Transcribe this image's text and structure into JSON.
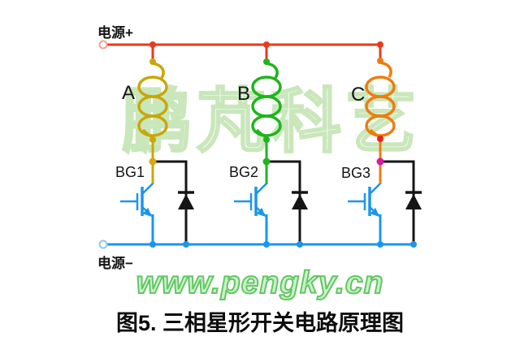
{
  "labels": {
    "power_plus": "电源+",
    "power_minus": "电源−",
    "phase_a": "A",
    "phase_b": "B",
    "phase_c": "C",
    "bg1": "BG1",
    "bg2": "BG2",
    "bg3": "BG3"
  },
  "watermark": {
    "brand": "鹏芃科艺",
    "url": "www.pengky.cn"
  },
  "caption": "图5. 三相星形开关电路原理图",
  "colors": {
    "positive_rail": "#e8391c",
    "negative_rail": "#1b96e8",
    "coil_a_yellow": "#c9a70a",
    "coil_b_green": "#1db51d",
    "coil_c_orange": "#ee7d10",
    "transistor_blue": "#1b96e8",
    "diode_black": "#151515",
    "dot_a_junction": "#d8a70a",
    "dot_b_junction": "#1db51d",
    "dot_c_junction": "#d81a9e",
    "dot_c_coil_bottom": "#e8251a",
    "terminal_plus_ring": "#f2a28e",
    "terminal_minus_ring": "#8fc8ef"
  }
}
